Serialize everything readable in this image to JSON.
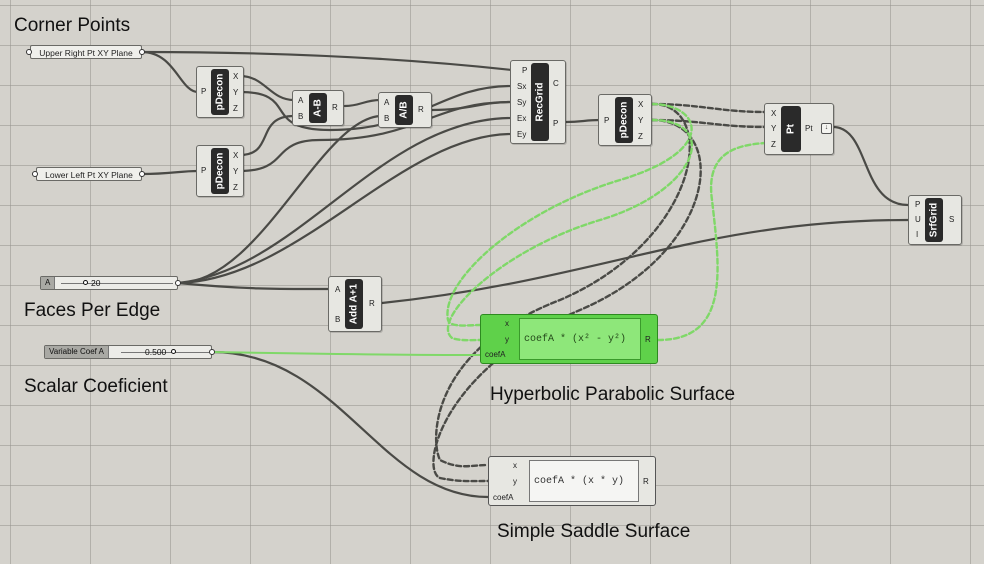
{
  "groups": {
    "corner_points": "Corner Points",
    "faces_per_edge": "Faces Per Edge",
    "scalar_coef": "Scalar Coeficient",
    "hyperbolic": "Hyperbolic Parabolic Surface",
    "saddle": "Simple Saddle Surface"
  },
  "panels": {
    "upper_right": "Upper Right Pt XY Plane",
    "lower_left": "Lower Left Pt XY Plane"
  },
  "sliders": {
    "faces": {
      "name": "A",
      "value": "20"
    },
    "coef": {
      "name": "Variable Coef A",
      "value": "0.500"
    }
  },
  "components": {
    "pdecon1": {
      "title": "pDecon",
      "inputs": [
        "P"
      ],
      "outputs": [
        "X",
        "Y",
        "Z"
      ]
    },
    "pdecon2": {
      "title": "pDecon",
      "inputs": [
        "P"
      ],
      "outputs": [
        "X",
        "Y",
        "Z"
      ]
    },
    "pdecon3": {
      "title": "pDecon",
      "inputs": [
        "P"
      ],
      "outputs": [
        "X",
        "Y",
        "Z"
      ]
    },
    "sub": {
      "title": "A-B",
      "inputs": [
        "A",
        "B"
      ],
      "outputs": [
        "R"
      ]
    },
    "div": {
      "title": "A/B",
      "inputs": [
        "A",
        "B"
      ],
      "outputs": [
        "R"
      ]
    },
    "recgrid": {
      "title": "RecGrid",
      "inputs": [
        "P",
        "Sx",
        "Sy",
        "Ex",
        "Ey"
      ],
      "outputs": [
        "C",
        "P"
      ]
    },
    "pt": {
      "title": "Pt",
      "inputs": [
        "X",
        "Y",
        "Z"
      ],
      "outputs": [
        "Pt"
      ]
    },
    "srfgrid": {
      "title": "SrfGrid",
      "inputs": [
        "P",
        "U",
        "I"
      ],
      "outputs": [
        "S"
      ]
    },
    "add": {
      "title": "Add A+1",
      "inputs": [
        "A",
        "B"
      ],
      "outputs": [
        "R"
      ]
    }
  },
  "expressions": {
    "hyper": {
      "formula": "coefA * (x² - y²)",
      "inputs": [
        "x",
        "y",
        "coefA"
      ],
      "output": "R"
    },
    "saddle": {
      "formula": "coefA * (x * y)",
      "inputs": [
        "x",
        "y",
        "coefA"
      ],
      "output": "R"
    }
  },
  "colors": {
    "canvas": "#d4d2cc",
    "wire": "#4a4a46",
    "selected_wire": "#5ecb45",
    "selected_component": "#5fd14a"
  },
  "icons": {
    "pt_output_flag": "download-icon"
  }
}
